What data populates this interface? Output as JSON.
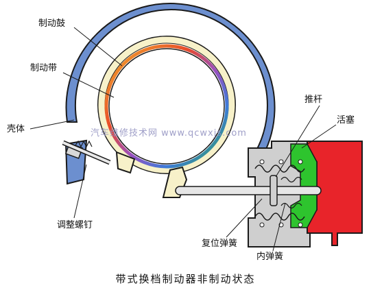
{
  "labels": {
    "brake_drum": "制动鼓",
    "brake_band": "制动带",
    "housing": "壳体",
    "adjust_screw": "调整螺钉",
    "push_rod": "推杆",
    "piston": "活塞",
    "return_spring": "复位弹簧",
    "inner_spring": "内弹簧"
  },
  "caption": "带式换档制动器非制动状态",
  "watermark": "汽车维修技术网 www.qcwxjs.com",
  "colors": {
    "housing_blue": "#6c8fcf",
    "band_rainbow": [
      "#e84a2a",
      "#f2b22c",
      "#9b4fbf",
      "#3d7bd9",
      "#2ea84a"
    ],
    "piston_red": "#e8242a",
    "piston_seal_green": "#2ec42e",
    "cylinder_gray": "#cfcfcf",
    "drum_cream": "#f7f1c9"
  }
}
